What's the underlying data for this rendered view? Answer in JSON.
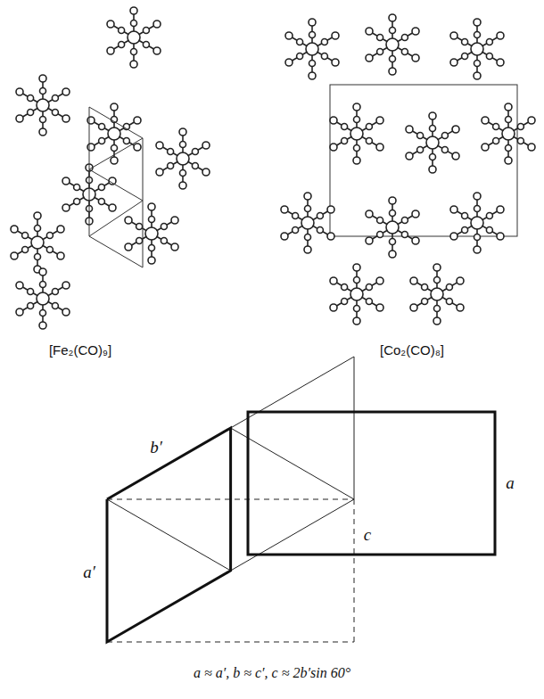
{
  "diagram": {
    "labels": [
      "[Fe₂(CO)₉]",
      "[Co₂(CO)₈]",
      "b′",
      "a′",
      "a",
      "c",
      "a ≈ a′, b ≈ c′, c ≈ 2b′sin 60°"
    ]
  }
}
